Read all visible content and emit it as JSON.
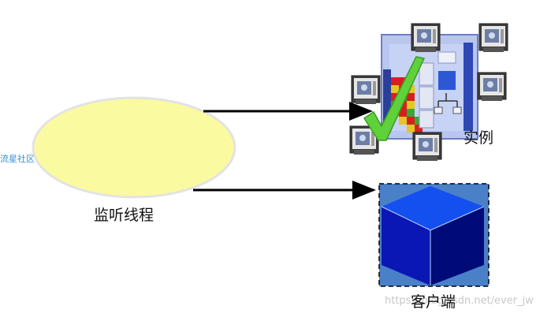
{
  "labels": {
    "listener": "监听线程",
    "instance": "实例",
    "client": "客户端"
  },
  "watermarks": {
    "left": "流星社区",
    "right": "https://blog.csdn.net/ever_jw"
  },
  "colors": {
    "ellipse_fill": "#fafaa0",
    "ellipse_stroke": "#e3e3e3",
    "arrow": "#000000",
    "cube_front": "#0a17b4",
    "cube_top": "#1450f0",
    "cube_side": "#000a78",
    "cube_bg": "#4a80c8",
    "checkmark": "#5fd13a",
    "server_panel": "#b8c6f0"
  },
  "icons": {
    "instance": "server-cluster-icon",
    "client": "cube-icon",
    "check": "checkmark-icon"
  }
}
